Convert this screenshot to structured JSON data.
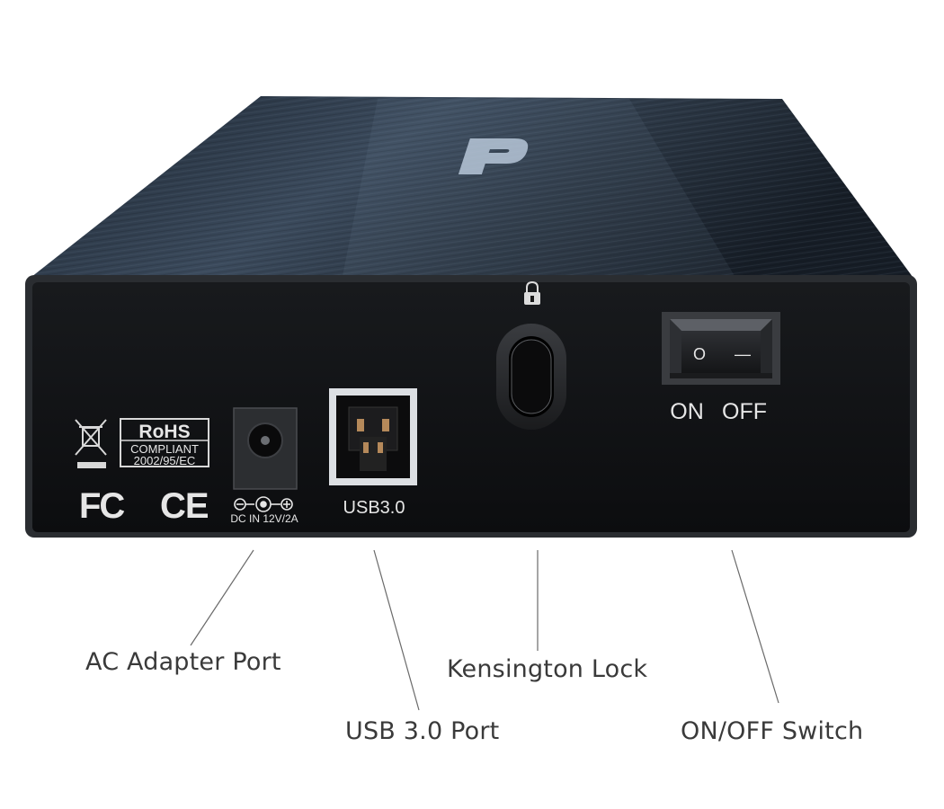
{
  "panel": {
    "rohs": {
      "title": "RoHS",
      "line1": "COMPLIANT",
      "line2": "2002/95/EC"
    },
    "fc_mark": "FC",
    "ce_mark": "CE",
    "dc_label": "DC IN 12V/2A",
    "usb_label": "USB3.0",
    "switch_on": "ON",
    "switch_off": "OFF",
    "switch_symbol_on": "O",
    "switch_symbol_off": "—"
  },
  "callouts": {
    "ac_adapter": "AC Adapter Port",
    "usb_port": "USB 3.0 Port",
    "kensington": "Kensington Lock",
    "onoff": "ON/OFF Switch"
  },
  "icons": {
    "weee": "crossed-out-bin-icon",
    "lock": "padlock-icon",
    "polarity": "dc-polarity-icon",
    "brand": "brand-logo-icon"
  }
}
